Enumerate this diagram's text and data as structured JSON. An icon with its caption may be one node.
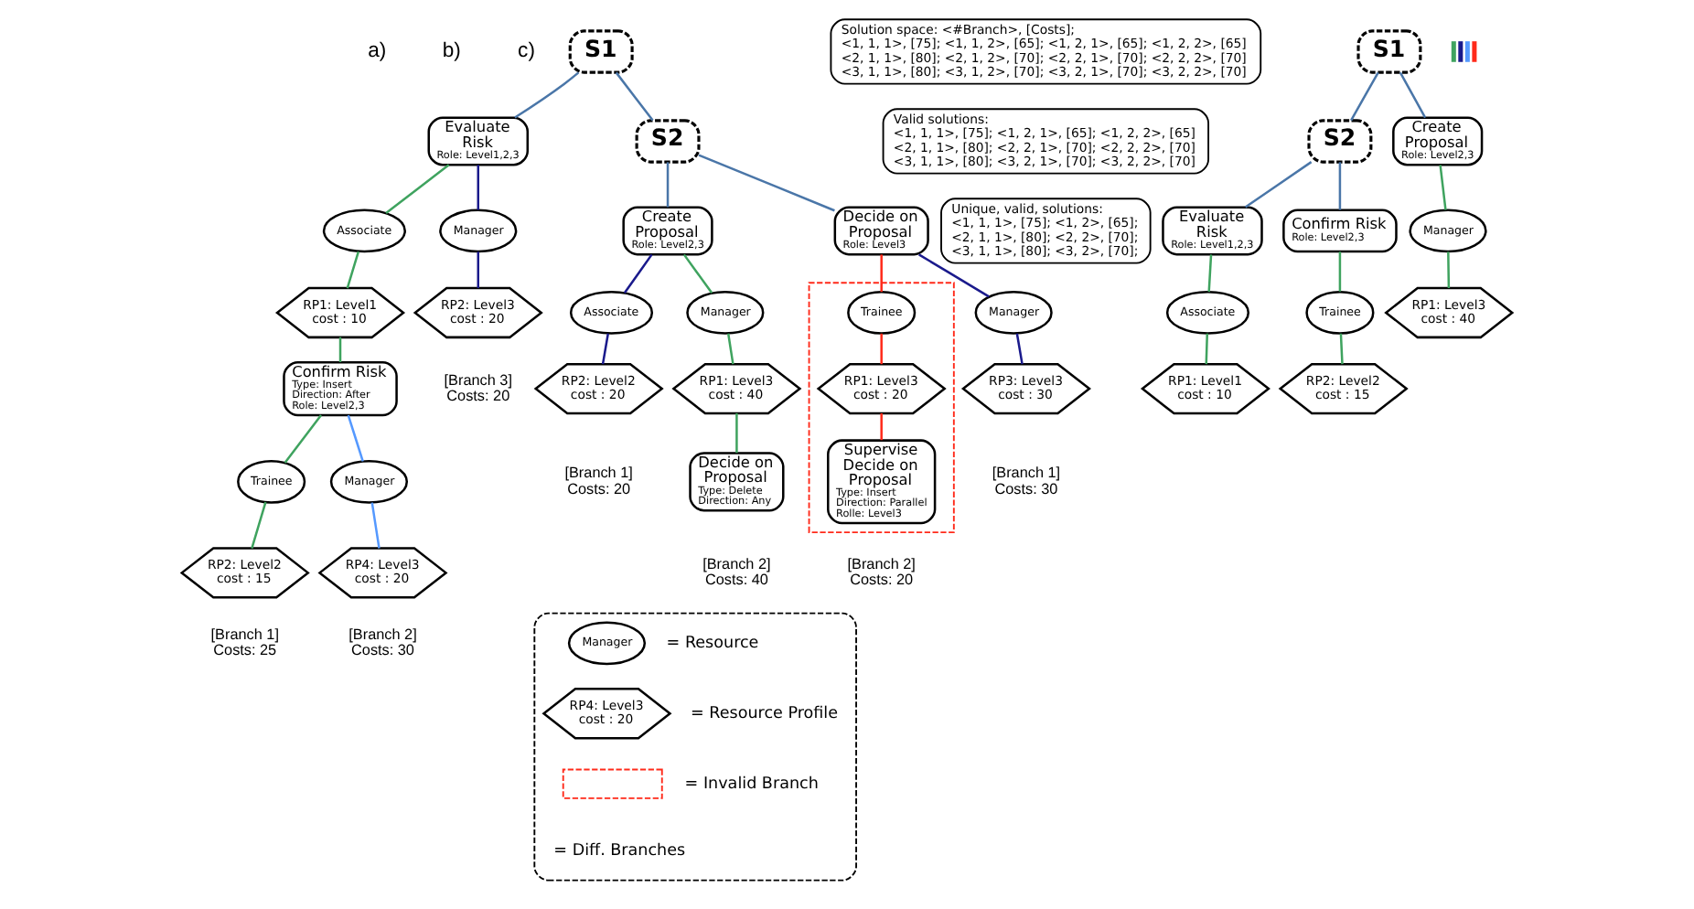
{
  "diagram": {
    "nodes": [
      {
        "text": [
          "S1"
        ]
      },
      {
        "text": [
          "S2"
        ]
      },
      {
        "text": [
          "Evaluate Risk",
          "Role: Level1,2,3"
        ]
      },
      {
        "text": [
          "Create Proposal",
          "Role: Level2,3"
        ]
      },
      {
        "text": [
          "Decide on Proposal",
          "Role: Level3"
        ]
      },
      {
        "text": [
          "Associate"
        ]
      },
      {
        "text": [
          "Manager"
        ]
      },
      {
        "text": [
          "RP1: Level1 cost : 10"
        ]
      },
      {
        "text": [
          "RP2: Level3 cost : 20"
        ],
        "beside": [
          "[Branch 3]",
          "Costs: 20"
        ]
      },
      {
        "text": [
          "Confirm Risk",
          "Type: Insert Direction: After Role: Level2,3"
        ]
      },
      {
        "text": [
          "Trainee"
        ]
      },
      {
        "text": [
          "Manager"
        ]
      },
      {
        "text": [
          "RP2: Level2 cost : 15"
        ],
        "beside": [
          "[Branch 1]",
          "Costs: 25"
        ]
      },
      {
        "text": [
          "RP4: Level3 cost : 20"
        ],
        "beside": [
          "[Branch 2]",
          "Costs: 30"
        ]
      },
      {
        "text": [
          "Associate"
        ]
      },
      {
        "text": [
          "Manager"
        ]
      },
      {
        "text": [
          "RP2: Level2 cost : 20"
        ],
        "beside": [
          "[Branch 1]",
          "Costs: 20"
        ]
      },
      {
        "text": [
          "RP1: Level3 cost : 40"
        ]
      },
      {
        "text": [
          "Decide on Proposal",
          "Type: Delete Direction: Any"
        ],
        "beside": [
          "[Branch 2]",
          "Costs: 40"
        ]
      },
      {
        "text": [
          "Manager"
        ]
      },
      {
        "text": [
          "RP3: Level3 cost : 30"
        ],
        "beside": [
          "[Branch 1]",
          "Costs: 30"
        ]
      },
      {
        "text": [],
        "shape": "box"
      },
      {
        "text": [
          "Trainee"
        ],
        "in": 21
      },
      {
        "text": [
          "RP1: Level3 cost : 20"
        ],
        "in": 21
      },
      {
        "text": [
          "Supervise Decide on Proposal",
          "Type: Insert Direction: Parallel Rolle: Level3"
        ],
        "in": 21,
        "beside": [
          "[Branch 2]",
          "Costs: 20"
        ]
      },
      {
        "text": [],
        "shape": "box"
      },
      {
        "text": [
          "Manager"
        ],
        "in": 25
      },
      {
        "text": [
          "RP4: Level3 cost : 20"
        ],
        "in": 25
      },
      {
        "text": [],
        "shape": "box",
        "in": 25
      },
      {
        "text": [
          "Solution space: <#Branch>, [Costs];",
          "<1, 1, 1>, [75]; <1, 1, 2>, [65]; <1, 2, 1>, [65]; <1, 2, 2>, [65]",
          "<2, 1, 1>, [80]; <2, 1, 2>, [70]; <2, 2, 1>, [70]; <2, 2, 2>, [70]",
          "<3, 1, 1>, [80]; <3, 1, 2>, [70]; <3, 2, 1>, [70]; <3, 2, 2>, [70]"
        ]
      },
      {
        "text": [
          "Valid solutions:",
          "<1, 1, 1>, [75]; <1, 2, 1>, [65]; <1, 2, 2>, [65]",
          "<2, 1, 1>, [80]; <2, 2, 1>, [70]; <2, 2, 2>, [70]",
          "<3, 1, 1>, [80]; <3, 2, 1>, [70]; <3, 2, 2>, [70]"
        ]
      },
      {
        "text": [
          "Unique, valid, solutions:",
          "<1, 1, 1>, [75]; <1, 2>, [65];",
          "<2, 1, 1>, [80]; <2, 2>, [70];",
          "<3, 1, 1>, [80]; <3, 2>, [70];"
        ]
      },
      {
        "text": [
          "S1"
        ]
      },
      {
        "text": [
          "S2"
        ]
      },
      {
        "text": [
          "Evaluate Risk",
          "Role: Level1,2,3"
        ]
      },
      {
        "text": [
          "Confirm Risk",
          "Role: Level2,3"
        ]
      },
      {
        "text": [
          "Create Proposal",
          "Role: Level2,3"
        ]
      },
      {
        "text": [
          "Associate"
        ]
      },
      {
        "text": [
          "Trainee"
        ]
      },
      {
        "text": [
          "Manager"
        ]
      },
      {
        "text": [
          "RP1: Level1 cost : 10"
        ]
      },
      {
        "text": [
          "RP2: Level2 cost : 15"
        ]
      },
      {
        "text": [
          "RP1: Level3 cost : 40"
        ]
      }
    ],
    "edges": [
      {
        "from": 0,
        "to": 2,
        "arrow": "none",
        "color": "#4a76a8"
      },
      {
        "from": 0,
        "to": 1,
        "arrow": "none",
        "color": "#4a76a8"
      },
      {
        "from": 1,
        "to": 3,
        "arrow": "none",
        "color": "#4a76a8"
      },
      {
        "from": 1,
        "to": 4,
        "arrow": "none",
        "color": "#4a76a8"
      },
      {
        "from": 2,
        "to": 5,
        "arrow": "none",
        "color": "#3fa35f"
      },
      {
        "from": 2,
        "to": 6,
        "arrow": "none",
        "color": "#1a1a8c"
      },
      {
        "from": 5,
        "to": 7,
        "arrow": "none",
        "color": "#3fa35f"
      },
      {
        "from": 6,
        "to": 8,
        "arrow": "none",
        "color": "#1a1a8c"
      },
      {
        "from": 7,
        "to": 9,
        "arrow": "none",
        "color": "#3fa35f"
      },
      {
        "from": 9,
        "to": 10,
        "arrow": "none",
        "color": "#3fa35f"
      },
      {
        "from": 9,
        "to": 11,
        "arrow": "none",
        "color": "#5599ff"
      },
      {
        "from": 10,
        "to": 12,
        "arrow": "none",
        "color": "#3fa35f"
      },
      {
        "from": 11,
        "to": 13,
        "arrow": "none",
        "color": "#5599ff"
      },
      {
        "from": 3,
        "to": 14,
        "arrow": "none",
        "color": "#1a1a8c"
      },
      {
        "from": 3,
        "to": 15,
        "arrow": "none",
        "color": "#3fa35f"
      },
      {
        "from": 14,
        "to": 16,
        "arrow": "none",
        "color": "#1a1a8c"
      },
      {
        "from": 15,
        "to": 17,
        "arrow": "none",
        "color": "#3fa35f"
      },
      {
        "from": 17,
        "to": 18,
        "arrow": "none",
        "color": "#3fa35f"
      },
      {
        "from": 4,
        "to": 19,
        "arrow": "none",
        "color": "#1a1a8c"
      },
      {
        "from": 4,
        "to": 22,
        "arrow": "none",
        "color": "#ff2a1a"
      },
      {
        "from": 19,
        "to": 20,
        "arrow": "none",
        "color": "#1a1a8c"
      },
      {
        "from": 22,
        "to": 23,
        "arrow": "none",
        "color": "#ff2a1a"
      },
      {
        "from": 23,
        "to": 24,
        "arrow": "none",
        "color": "#ff2a1a"
      },
      {
        "from": 32,
        "to": 33,
        "arrow": "none",
        "color": "#4a76a8"
      },
      {
        "from": 32,
        "to": 36,
        "arrow": "none",
        "color": "#4a76a8"
      },
      {
        "from": 33,
        "to": 34,
        "arrow": "none",
        "color": "#4a76a8"
      },
      {
        "from": 33,
        "to": 35,
        "arrow": "none",
        "color": "#4a76a8"
      },
      {
        "from": 34,
        "to": 37,
        "arrow": "none",
        "color": "#3fa35f"
      },
      {
        "from": 35,
        "to": 38,
        "arrow": "none",
        "color": "#3fa35f"
      },
      {
        "from": 36,
        "to": 39,
        "arrow": "none",
        "color": "#3fa35f"
      },
      {
        "from": 37,
        "to": 40,
        "arrow": "none",
        "color": "#3fa35f"
      },
      {
        "from": 38,
        "to": 41,
        "arrow": "none",
        "color": "#3fa35f"
      },
      {
        "from": 39,
        "to": 42,
        "arrow": "none",
        "color": "#3fa35f"
      }
    ],
    "labels": [
      "a)",
      "b)",
      "c)"
    ],
    "legend": [
      {
        "text": "= Resource"
      },
      {
        "text": "= Resource Profile"
      },
      {
        "text": "= Invalid Branch"
      },
      {
        "text": "= Diff. Branches"
      }
    ]
  }
}
